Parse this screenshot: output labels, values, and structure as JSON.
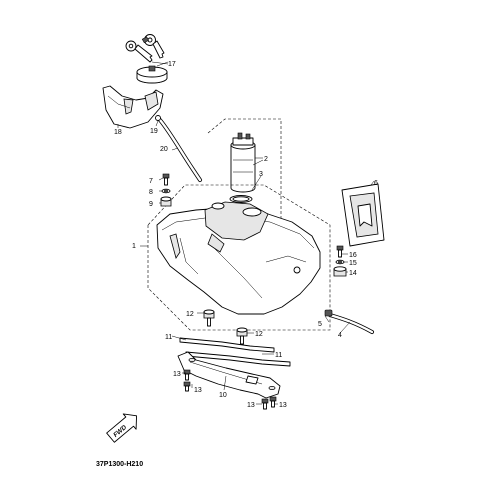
{
  "callouts": {
    "c1": "1",
    "c2": "2",
    "c3": "3",
    "c4": "4",
    "c5": "5",
    "c6": "6",
    "c7": "7",
    "c8": "8",
    "c9": "9",
    "c10": "10",
    "c11a": "11",
    "c11b": "11",
    "c12a": "12",
    "c12b": "12",
    "c13a": "13",
    "c13b": "13",
    "c13c": "13",
    "c13d": "13",
    "c14": "14",
    "c15": "15",
    "c16": "16",
    "c17": "17",
    "c18": "18",
    "c19": "19",
    "c20": "20"
  },
  "fwd_label": "FWD",
  "diagram_code": "37P1300-H210"
}
